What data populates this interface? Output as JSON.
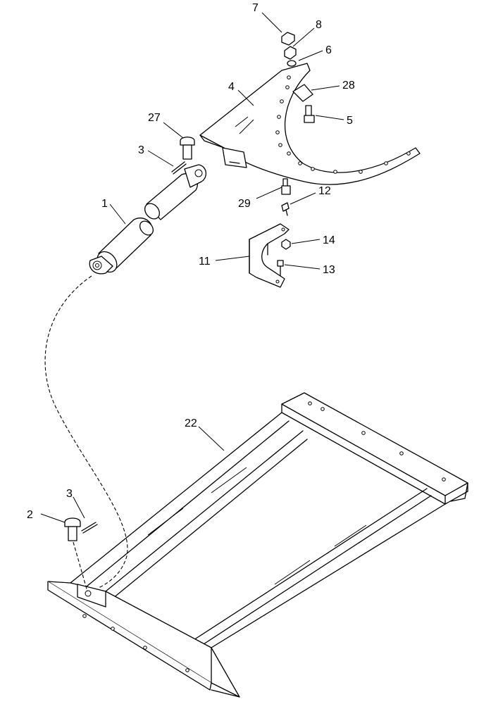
{
  "callouts": [
    {
      "id": "c7",
      "label": "7",
      "part": "nut"
    },
    {
      "id": "c8",
      "label": "8",
      "part": "nut"
    },
    {
      "id": "c6",
      "label": "6",
      "part": "washer"
    },
    {
      "id": "c28",
      "label": "28",
      "part": "clip"
    },
    {
      "id": "c4",
      "label": "4",
      "part": "bracket"
    },
    {
      "id": "c5",
      "label": "5",
      "part": "bolt"
    },
    {
      "id": "c27",
      "label": "27",
      "part": "pin"
    },
    {
      "id": "c3a",
      "label": "3",
      "part": "cotter-pin"
    },
    {
      "id": "c1",
      "label": "1",
      "part": "cylinder"
    },
    {
      "id": "c29",
      "label": "29",
      "part": "bolt"
    },
    {
      "id": "c12",
      "label": "12",
      "part": "bolt"
    },
    {
      "id": "c14",
      "label": "14",
      "part": "nut"
    },
    {
      "id": "c11",
      "label": "11",
      "part": "bracket"
    },
    {
      "id": "c13",
      "label": "13",
      "part": "bolt"
    },
    {
      "id": "c22",
      "label": "22",
      "part": "frame"
    },
    {
      "id": "c3b",
      "label": "3",
      "part": "cotter-pin"
    },
    {
      "id": "c2",
      "label": "2",
      "part": "pin"
    }
  ]
}
